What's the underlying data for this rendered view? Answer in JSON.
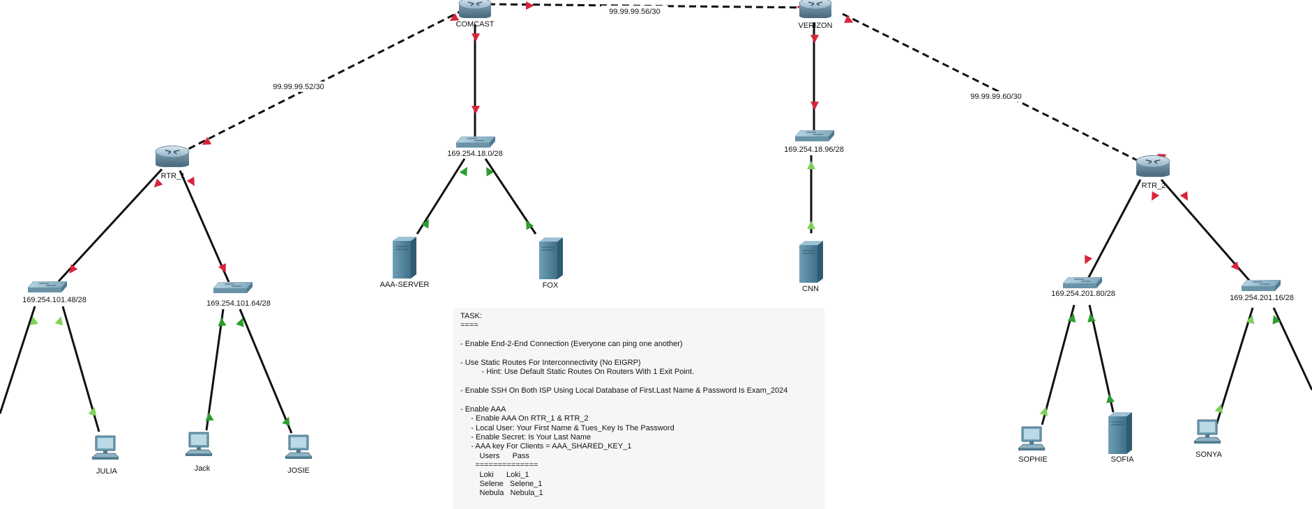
{
  "devices": {
    "comcast": "COMCAST",
    "verizon": "VERIZON",
    "rtr_1": "RTR_1",
    "rtr_2": "RTR_2",
    "aaa_server": "AAA-SERVER",
    "fox": "FOX",
    "cnn": "CNN",
    "julia": "JULIA",
    "jack": "Jack",
    "josie": "JOSIE",
    "sophie": "SOPHIE",
    "sofia": "SOFIA",
    "sonya": "SONYA"
  },
  "networks": {
    "comcast_verizon": "99.99.99.56/30",
    "comcast_rtr1": "99.99.99.52/30",
    "verizon_rtr2": "99.99.99.60/30",
    "comcast_lan": "169.254.18.0/28",
    "verizon_lan": "169.254.18.96/28",
    "rtr1_lan_a": "169.254.101.48/28",
    "rtr1_lan_b": "169.254.101.64/28",
    "rtr2_lan_a": "169.254.201.80/28",
    "rtr2_lan_b": "169.254.201.16/28"
  },
  "task": {
    "lines": [
      "TASK:",
      "====",
      "",
      "- Enable End-2-End Connection (Everyone can ping one another)",
      "",
      "- Use Static Routes For Interconnectivity (No EIGRP)",
      "          - Hint: Use Default Static Routes On Routers With 1 Exit Point.",
      "",
      "- Enable SSH On Both ISP Using Local Database of First.Last Name & Password Is Exam_2024",
      "",
      "- Enable AAA",
      "     - Enable AAA On RTR_1 & RTR_2",
      "     - Local User: Your First Name & Tues_Key Is The Password",
      "     - Enable Secret: Is Your Last Name",
      "     - AAA key For Clients = AAA_SHARED_KEY_1",
      "         Users      Pass",
      "       ==============",
      "         Loki      Loki_1",
      "         Selene   Selene_1",
      "         Nebula   Nebula_1"
    ]
  }
}
